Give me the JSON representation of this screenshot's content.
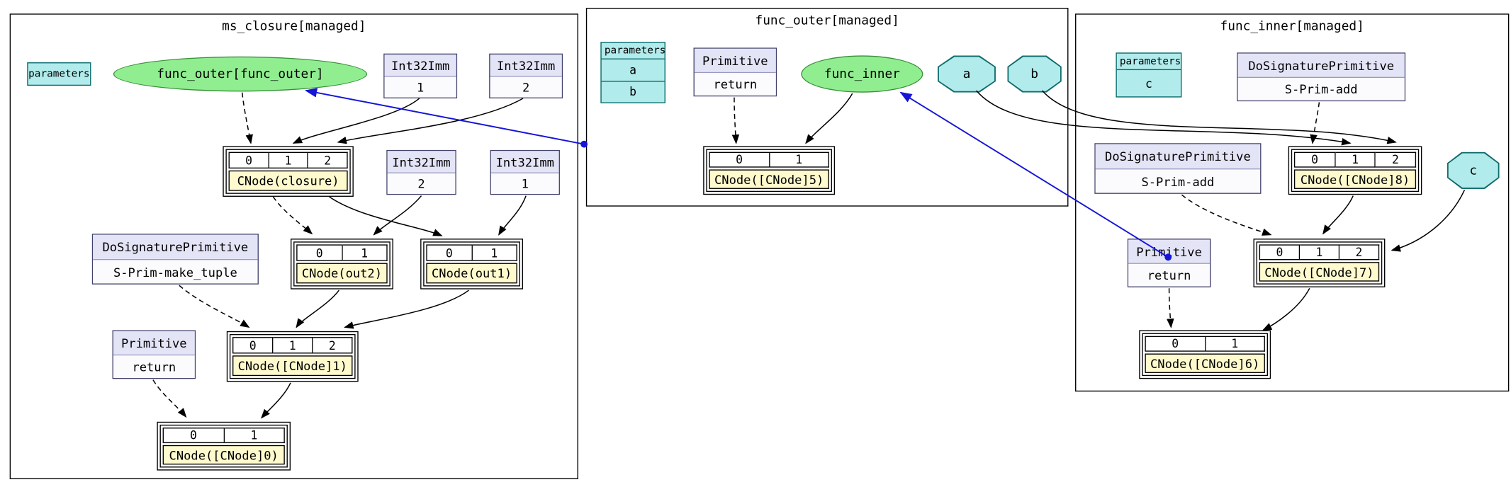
{
  "colors": {
    "function_fill": "#90ee90",
    "function_border": "#3a8f3a",
    "parameter_fill": "#b2ebeb",
    "parameter_border": "#0a6a6a",
    "value_node_header_fill": "#e4e4f7",
    "cnode_label_fill": "#fffacd",
    "edge_color": "#000000",
    "graph_link_edge_color": "#1515d8"
  },
  "clusters": {
    "ms_closure": {
      "title": "ms_closure[managed]",
      "parameters_label": "parameters",
      "func_outer_ellipse": "func_outer[func_outer]",
      "int32imm_1a": {
        "type": "Int32Imm",
        "value": "1"
      },
      "int32imm_2a": {
        "type": "Int32Imm",
        "value": "2"
      },
      "int32imm_2b": {
        "type": "Int32Imm",
        "value": "2"
      },
      "int32imm_1b": {
        "type": "Int32Imm",
        "value": "1"
      },
      "cnode_closure": {
        "cells": [
          "0",
          "1",
          "2"
        ],
        "label": "CNode(closure)"
      },
      "make_tuple": {
        "type": "DoSignaturePrimitive",
        "value": "S-Prim-make_tuple"
      },
      "cnode_out2": {
        "cells": [
          "0",
          "1"
        ],
        "label": "CNode(out2)"
      },
      "cnode_out1": {
        "cells": [
          "0",
          "1"
        ],
        "label": "CNode(out1)"
      },
      "return_prim": {
        "type": "Primitive",
        "value": "return"
      },
      "cnode_1": {
        "cells": [
          "0",
          "1",
          "2"
        ],
        "label": "CNode([CNode]1)"
      },
      "cnode_0": {
        "cells": [
          "0",
          "1"
        ],
        "label": "CNode([CNode]0)"
      }
    },
    "func_outer": {
      "title": "func_outer[managed]",
      "parameters": {
        "header": "parameters",
        "rows": [
          "a",
          "b"
        ]
      },
      "return_prim": {
        "type": "Primitive",
        "value": "return"
      },
      "func_inner_ellipse": "func_inner",
      "param_a": "a",
      "param_b": "b",
      "cnode_5": {
        "cells": [
          "0",
          "1"
        ],
        "label": "CNode([CNode]5)"
      }
    },
    "func_inner": {
      "title": "func_inner[managed]",
      "parameters": {
        "header": "parameters",
        "rows": [
          "c"
        ]
      },
      "add_top": {
        "type": "DoSignaturePrimitive",
        "value": "S-Prim-add"
      },
      "add_mid": {
        "type": "DoSignaturePrimitive",
        "value": "S-Prim-add"
      },
      "cnode_8": {
        "cells": [
          "0",
          "1",
          "2"
        ],
        "label": "CNode([CNode]8)"
      },
      "param_c": "c",
      "return_prim": {
        "type": "Primitive",
        "value": "return"
      },
      "cnode_7": {
        "cells": [
          "0",
          "1",
          "2"
        ],
        "label": "CNode([CNode]7)"
      },
      "cnode_6": {
        "cells": [
          "0",
          "1"
        ],
        "label": "CNode([CNode]6)"
      }
    }
  },
  "edges": [
    {
      "from": "func_outer[func_outer]",
      "to": "CNode(closure):0",
      "style": "dashed"
    },
    {
      "from": "Int32Imm 1",
      "to": "CNode(closure):1",
      "style": "solid"
    },
    {
      "from": "Int32Imm 2",
      "to": "CNode(closure):2",
      "style": "solid"
    },
    {
      "from": "CNode(closure)",
      "to": "CNode(out2):0",
      "style": "dashed"
    },
    {
      "from": "CNode(closure)",
      "to": "CNode(out1):0",
      "style": "solid"
    },
    {
      "from": "Int32Imm 2",
      "to": "CNode(out2):1",
      "style": "solid"
    },
    {
      "from": "Int32Imm 1",
      "to": "CNode(out1):1",
      "style": "solid"
    },
    {
      "from": "S-Prim-make_tuple",
      "to": "CNode([CNode]1):0",
      "style": "dashed"
    },
    {
      "from": "CNode(out2)",
      "to": "CNode([CNode]1):1",
      "style": "solid"
    },
    {
      "from": "CNode(out1)",
      "to": "CNode([CNode]1):2",
      "style": "solid"
    },
    {
      "from": "return",
      "to": "CNode([CNode]0):0",
      "style": "dashed"
    },
    {
      "from": "CNode([CNode]1)",
      "to": "CNode([CNode]0):1",
      "style": "solid"
    },
    {
      "from": "return",
      "to": "CNode([CNode]5):0",
      "style": "dashed"
    },
    {
      "from": "func_inner",
      "to": "CNode([CNode]5):1",
      "style": "solid"
    },
    {
      "from": "a",
      "to": "CNode([CNode]8):1",
      "style": "solid"
    },
    {
      "from": "b",
      "to": "CNode([CNode]8):2",
      "style": "solid"
    },
    {
      "from": "S-Prim-add",
      "to": "CNode([CNode]8):0",
      "style": "dashed"
    },
    {
      "from": "S-Prim-add",
      "to": "CNode([CNode]7):0",
      "style": "dashed"
    },
    {
      "from": "CNode([CNode]8)",
      "to": "CNode([CNode]7):1",
      "style": "solid"
    },
    {
      "from": "c",
      "to": "CNode([CNode]7):2",
      "style": "solid"
    },
    {
      "from": "return",
      "to": "CNode([CNode]6):0",
      "style": "dashed"
    },
    {
      "from": "CNode([CNode]7)",
      "to": "CNode([CNode]6):1",
      "style": "solid"
    },
    {
      "from": "func_outer graph",
      "to": "func_outer[func_outer]",
      "style": "blue"
    },
    {
      "from": "func_inner graph",
      "to": "func_inner",
      "style": "blue"
    }
  ]
}
